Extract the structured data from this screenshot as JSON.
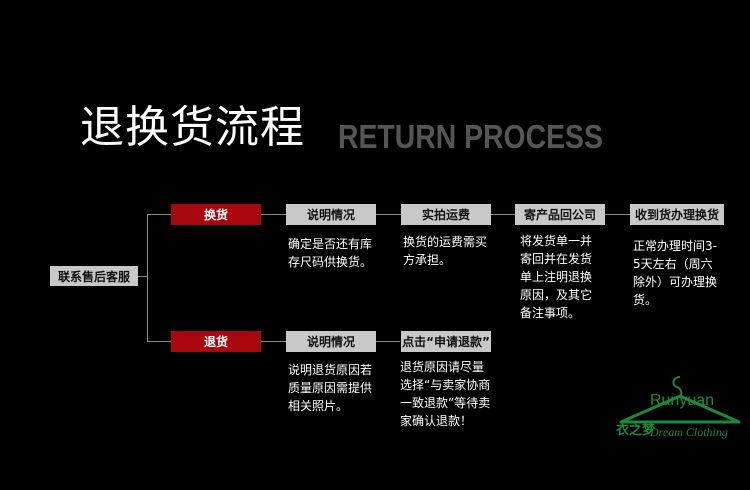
{
  "title": {
    "cn": "退换货流程",
    "en": "RETURN PROCESS"
  },
  "start_node": "联系售后客服",
  "exchange": {
    "label": "换货",
    "steps": [
      {
        "title": "说明情况",
        "desc": "确定是否还有库存尺码供换货。"
      },
      {
        "title": "实拍运费",
        "desc": "换货的运费需买方承担。"
      },
      {
        "title": "寄产品回公司",
        "desc": "将发货单一并寄回并在发货单上注明退换原因，及其它备注事项。"
      },
      {
        "title": "收到货办理换货",
        "desc": "正常办理时间3-5天左右（周六除外）可办理换货。"
      }
    ]
  },
  "return": {
    "label": "退货",
    "steps": [
      {
        "title": "说明情况",
        "desc": "说明退货原因若质量原因需提供相关照片。"
      },
      {
        "title": "点击“申请退款”",
        "desc": "退货原因请尽量选择“与卖家协商一致退款”等待卖家确认退款！"
      }
    ]
  },
  "logo": {
    "name": "Runyuan",
    "cn": "衣之梦",
    "en": "Dream Clothing",
    "color": "#1a8a3a"
  },
  "colors": {
    "background": "#000000",
    "red_box": "#a8070e",
    "grey_box": "#c8c8c8",
    "title_en": "#555555"
  }
}
